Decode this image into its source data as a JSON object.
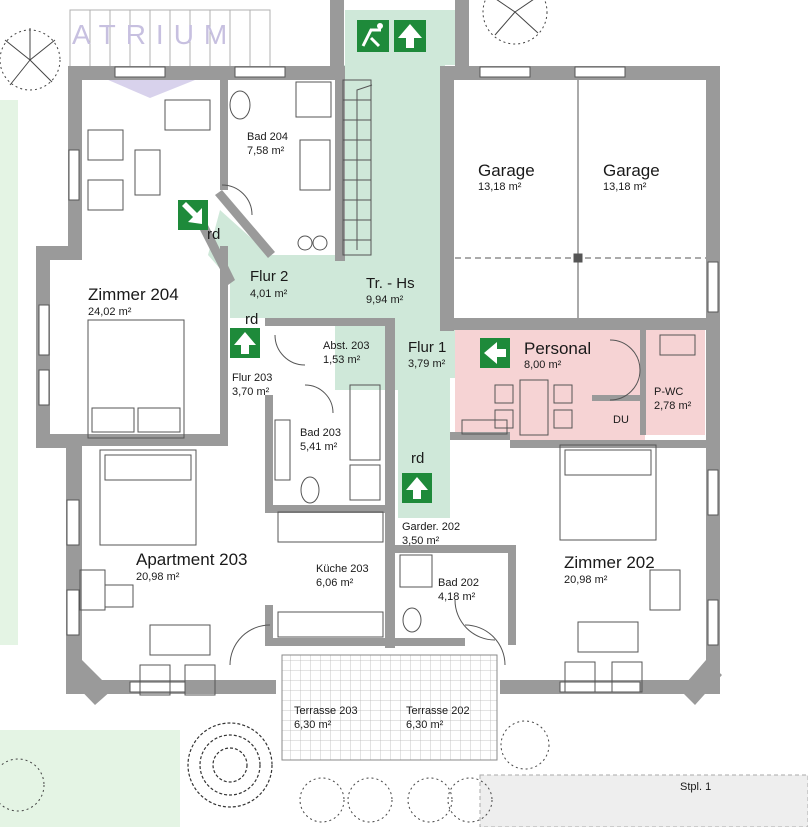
{
  "logo": {
    "text": "ATRIUM"
  },
  "colors": {
    "corridor": "#cfe8d9",
    "personal": "#f6d3d4",
    "wall": "#9a9a9a",
    "garden": "#e4f4e4",
    "exit_sign": "#1e8a3a",
    "logo": "#c7c0e0"
  },
  "rooms": {
    "bad204": {
      "name": "Bad 204",
      "area": "7,58 m²"
    },
    "zimmer204": {
      "name": "Zimmer 204",
      "area": "24,02 m²"
    },
    "flur2": {
      "name": "Flur 2",
      "area": "4,01 m²"
    },
    "treppenhaus": {
      "name": "Tr. - Hs",
      "area": "9,94 m²"
    },
    "garage1": {
      "name": "Garage",
      "area": "13,18 m²"
    },
    "garage2": {
      "name": "Garage",
      "area": "13,18 m²"
    },
    "flur203": {
      "name": "Flur 203",
      "area": "3,70 m²"
    },
    "abst203": {
      "name": "Abst. 203",
      "area": "1,53 m²"
    },
    "flur1": {
      "name": "Flur 1",
      "area": "3,79 m²"
    },
    "personal": {
      "name": "Personal",
      "area": "8,00 m²"
    },
    "pwc": {
      "name": "P-WC",
      "area": "2,78 m²"
    },
    "du": {
      "name": "DU"
    },
    "bad203": {
      "name": "Bad 203",
      "area": "5,41 m²"
    },
    "garder202": {
      "name": "Garder. 202",
      "area": "3,50 m²"
    },
    "apartment203": {
      "name": "Apartment 203",
      "area": "20,98 m²"
    },
    "kueche203": {
      "name": "Küche 203",
      "area": "6,06 m²"
    },
    "bad202": {
      "name": "Bad 202",
      "area": "4,18 m²"
    },
    "zimmer202": {
      "name": "Zimmer 202",
      "area": "20,98 m²"
    },
    "terrasse203": {
      "name": "Terrasse 203",
      "area": "6,30 m²"
    },
    "terrasse202": {
      "name": "Terrasse 202",
      "area": "6,30 m²"
    }
  },
  "markers": {
    "rd1": "rd",
    "rd2": "rd",
    "rd3": "rd"
  },
  "parking": {
    "label": "Stpl. 1"
  }
}
